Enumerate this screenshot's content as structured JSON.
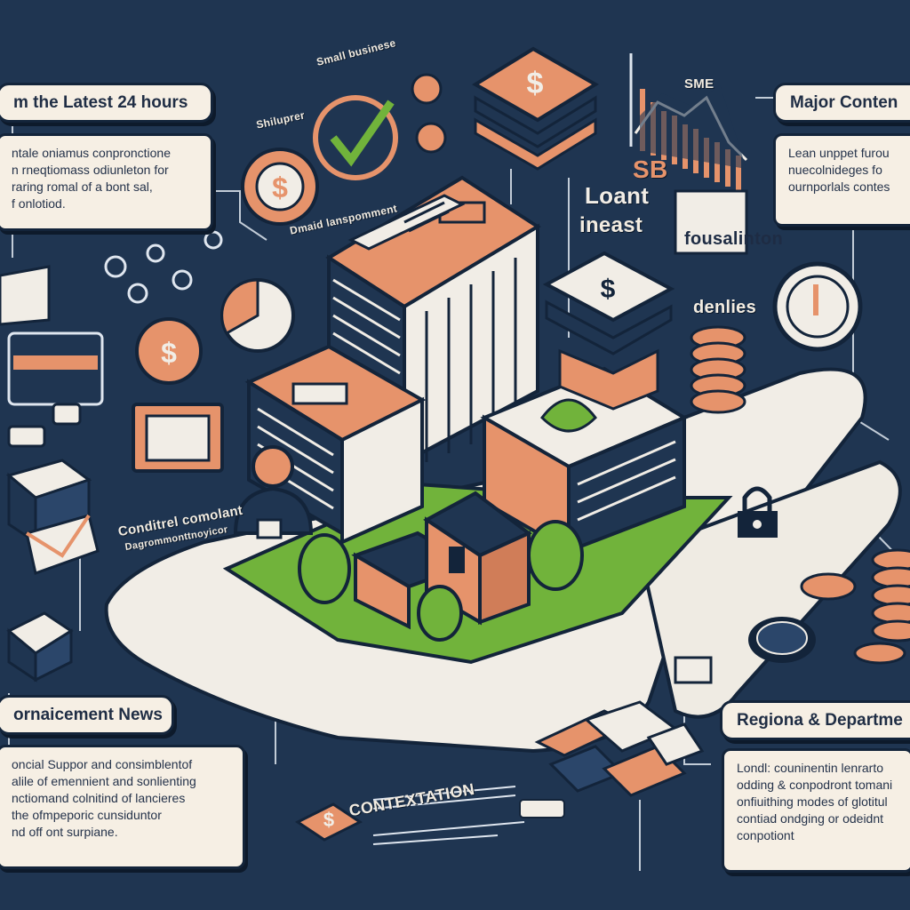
{
  "headings": {
    "latest": "m the Latest 24 hours",
    "major": "Major Conten",
    "news": "ornaicement News",
    "regional": "Regiona & Departme"
  },
  "panels": {
    "latest": [
      "ntale oniamus conpronctione",
      "n rneqtiomass odiunleton for",
      "raring romal of a bont sal,",
      "f onlotiod."
    ],
    "major": [
      "Lean unppet furou",
      "nuecolnideges fo",
      "ournporlals contes"
    ],
    "news": [
      "oncial Suppor and consimblentof",
      "alile of emennient and sonlienting",
      "nctiomand colnitind of lancieres",
      "the ofmpeporic cunsiduntor",
      "nd off ont surpiane."
    ],
    "regional": [
      "Londl: couninentin lenrarto",
      "odding & conpodront tomani",
      "onfiuithing modes of glotitul",
      "contiad ondging or odeidnt",
      "conpotiont"
    ]
  },
  "labels": {
    "small_business": "Small businese",
    "shiluprer": "Shiluprer",
    "sme": "SME",
    "sb": "SB",
    "loant": "Loant",
    "ineast": "ineast",
    "foundation": "fousalinton",
    "denlies": "denlies",
    "dmaid": "Dmaid lanspomment",
    "collateral": "Conditrel comolant",
    "collateral_sub": "Dagrommonttnoyicor",
    "contraction": "CONTEXTATION"
  },
  "icons": [
    "dollar-icon",
    "check-icon",
    "lock-icon",
    "envelope-icon",
    "coin-stack-icon",
    "gear-icon",
    "person-lock-icon",
    "pie-chart-icon",
    "line-chart-icon",
    "leaf-icon"
  ],
  "colors": {
    "background": "#1f3551",
    "accent_orange": "#e6936b",
    "accent_green": "#71b33b",
    "panel": "#f6efe4",
    "outline": "#13243a"
  }
}
